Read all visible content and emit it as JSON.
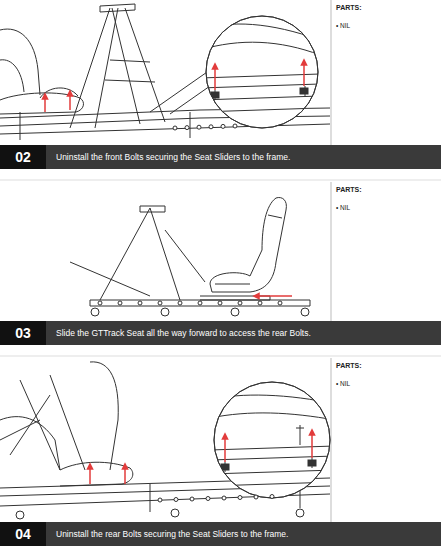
{
  "diagram": {
    "nodes": [
      {
        "text": [
          "02",
          "Uninstall the front Bolts securing the Seat Sliders to the frame."
        ]
      },
      {
        "text": [
          "03",
          "Slide the GTTrack Seat all the way forward to access the rear Bolts."
        ]
      },
      {
        "text": [
          "04",
          "Uninstall the rear Bolts securing the Seat Sliders to the frame."
        ]
      }
    ],
    "labels": [
      "PARTS:",
      "• NIL",
      "PARTS:",
      "• NIL",
      "PARTS:",
      "• NIL"
    ]
  }
}
